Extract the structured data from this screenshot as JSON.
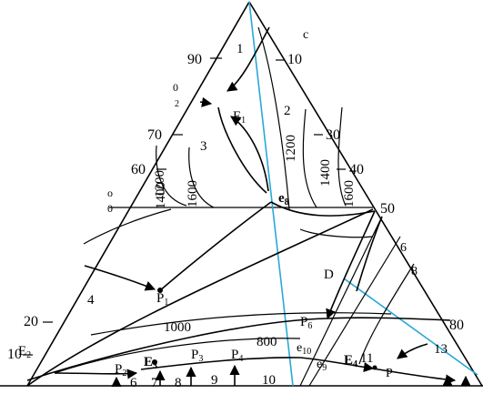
{
  "scale_labels": {
    "left": [
      "90",
      "70",
      "60",
      "20",
      "10"
    ],
    "right": [
      "10",
      "30",
      "40",
      "50",
      "80"
    ],
    "clipped": [
      "c",
      "0",
      "2",
      "o",
      "0",
      "6",
      "8"
    ]
  },
  "field_numbers": [
    "1",
    "2",
    "3",
    "4",
    "6",
    "7",
    "8",
    "9",
    "10",
    "11",
    "13"
  ],
  "isotherms": [
    "1200",
    "1400",
    "1600",
    "1400",
    "1600",
    "1200",
    "1000",
    "800"
  ],
  "points": {
    "E1": "E",
    "E1_sub": "1",
    "E2": "E",
    "E2_sub": "2",
    "E3": "E",
    "E3_sub": "3",
    "E4": "E",
    "E4_sub": "4",
    "P1": "P",
    "P1_sub": "1",
    "P2": "P",
    "P2_sub": "2",
    "P3": "P",
    "P3_sub": "3",
    "P4": "P",
    "P4_sub": "4",
    "P6": "P",
    "P6_sub": "6",
    "e8": "e",
    "e8_sub": "8",
    "e9": "e",
    "e9_sub": "9",
    "e10": "e",
    "e10_sub": "10",
    "D": "D",
    "P_edge": "P"
  },
  "colors": {
    "lines": "#000000",
    "joins": "#29a8d8"
  }
}
